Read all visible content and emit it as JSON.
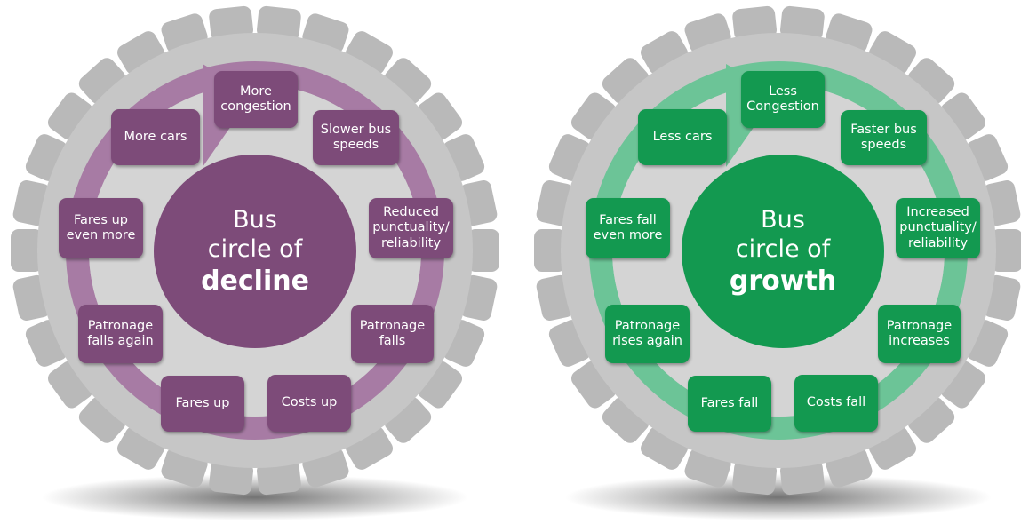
{
  "diagrams": [
    {
      "id": "decline",
      "center": {
        "line1": "Bus",
        "line2": "circle of",
        "line3": "decline"
      },
      "color": "#7d4b79",
      "ring_color": "#a77ba4",
      "steps": [
        "More\ncongestion",
        "Slower bus\nspeeds",
        "Reduced\npunctuality/\nreliability",
        "Patronage\nfalls",
        "Costs up",
        "Fares up",
        "Patronage\nfalls again",
        "Fares up\neven more",
        "More cars"
      ]
    },
    {
      "id": "growth",
      "center": {
        "line1": "Bus",
        "line2": "circle of",
        "line3": "growth"
      },
      "color": "#139950",
      "ring_color": "#6cc497",
      "steps": [
        "Less\nCongestion",
        "Faster bus\nspeeds",
        "Increased\npunctuality/\nreliability",
        "Patronage\nincreases",
        "Costs fall",
        "Fares fall",
        "Patronage\nrises again",
        "Fares fall\neven more",
        "Less cars"
      ]
    }
  ],
  "tyre_color": "#c9c9c9",
  "inner_color": "#d4d4d4"
}
